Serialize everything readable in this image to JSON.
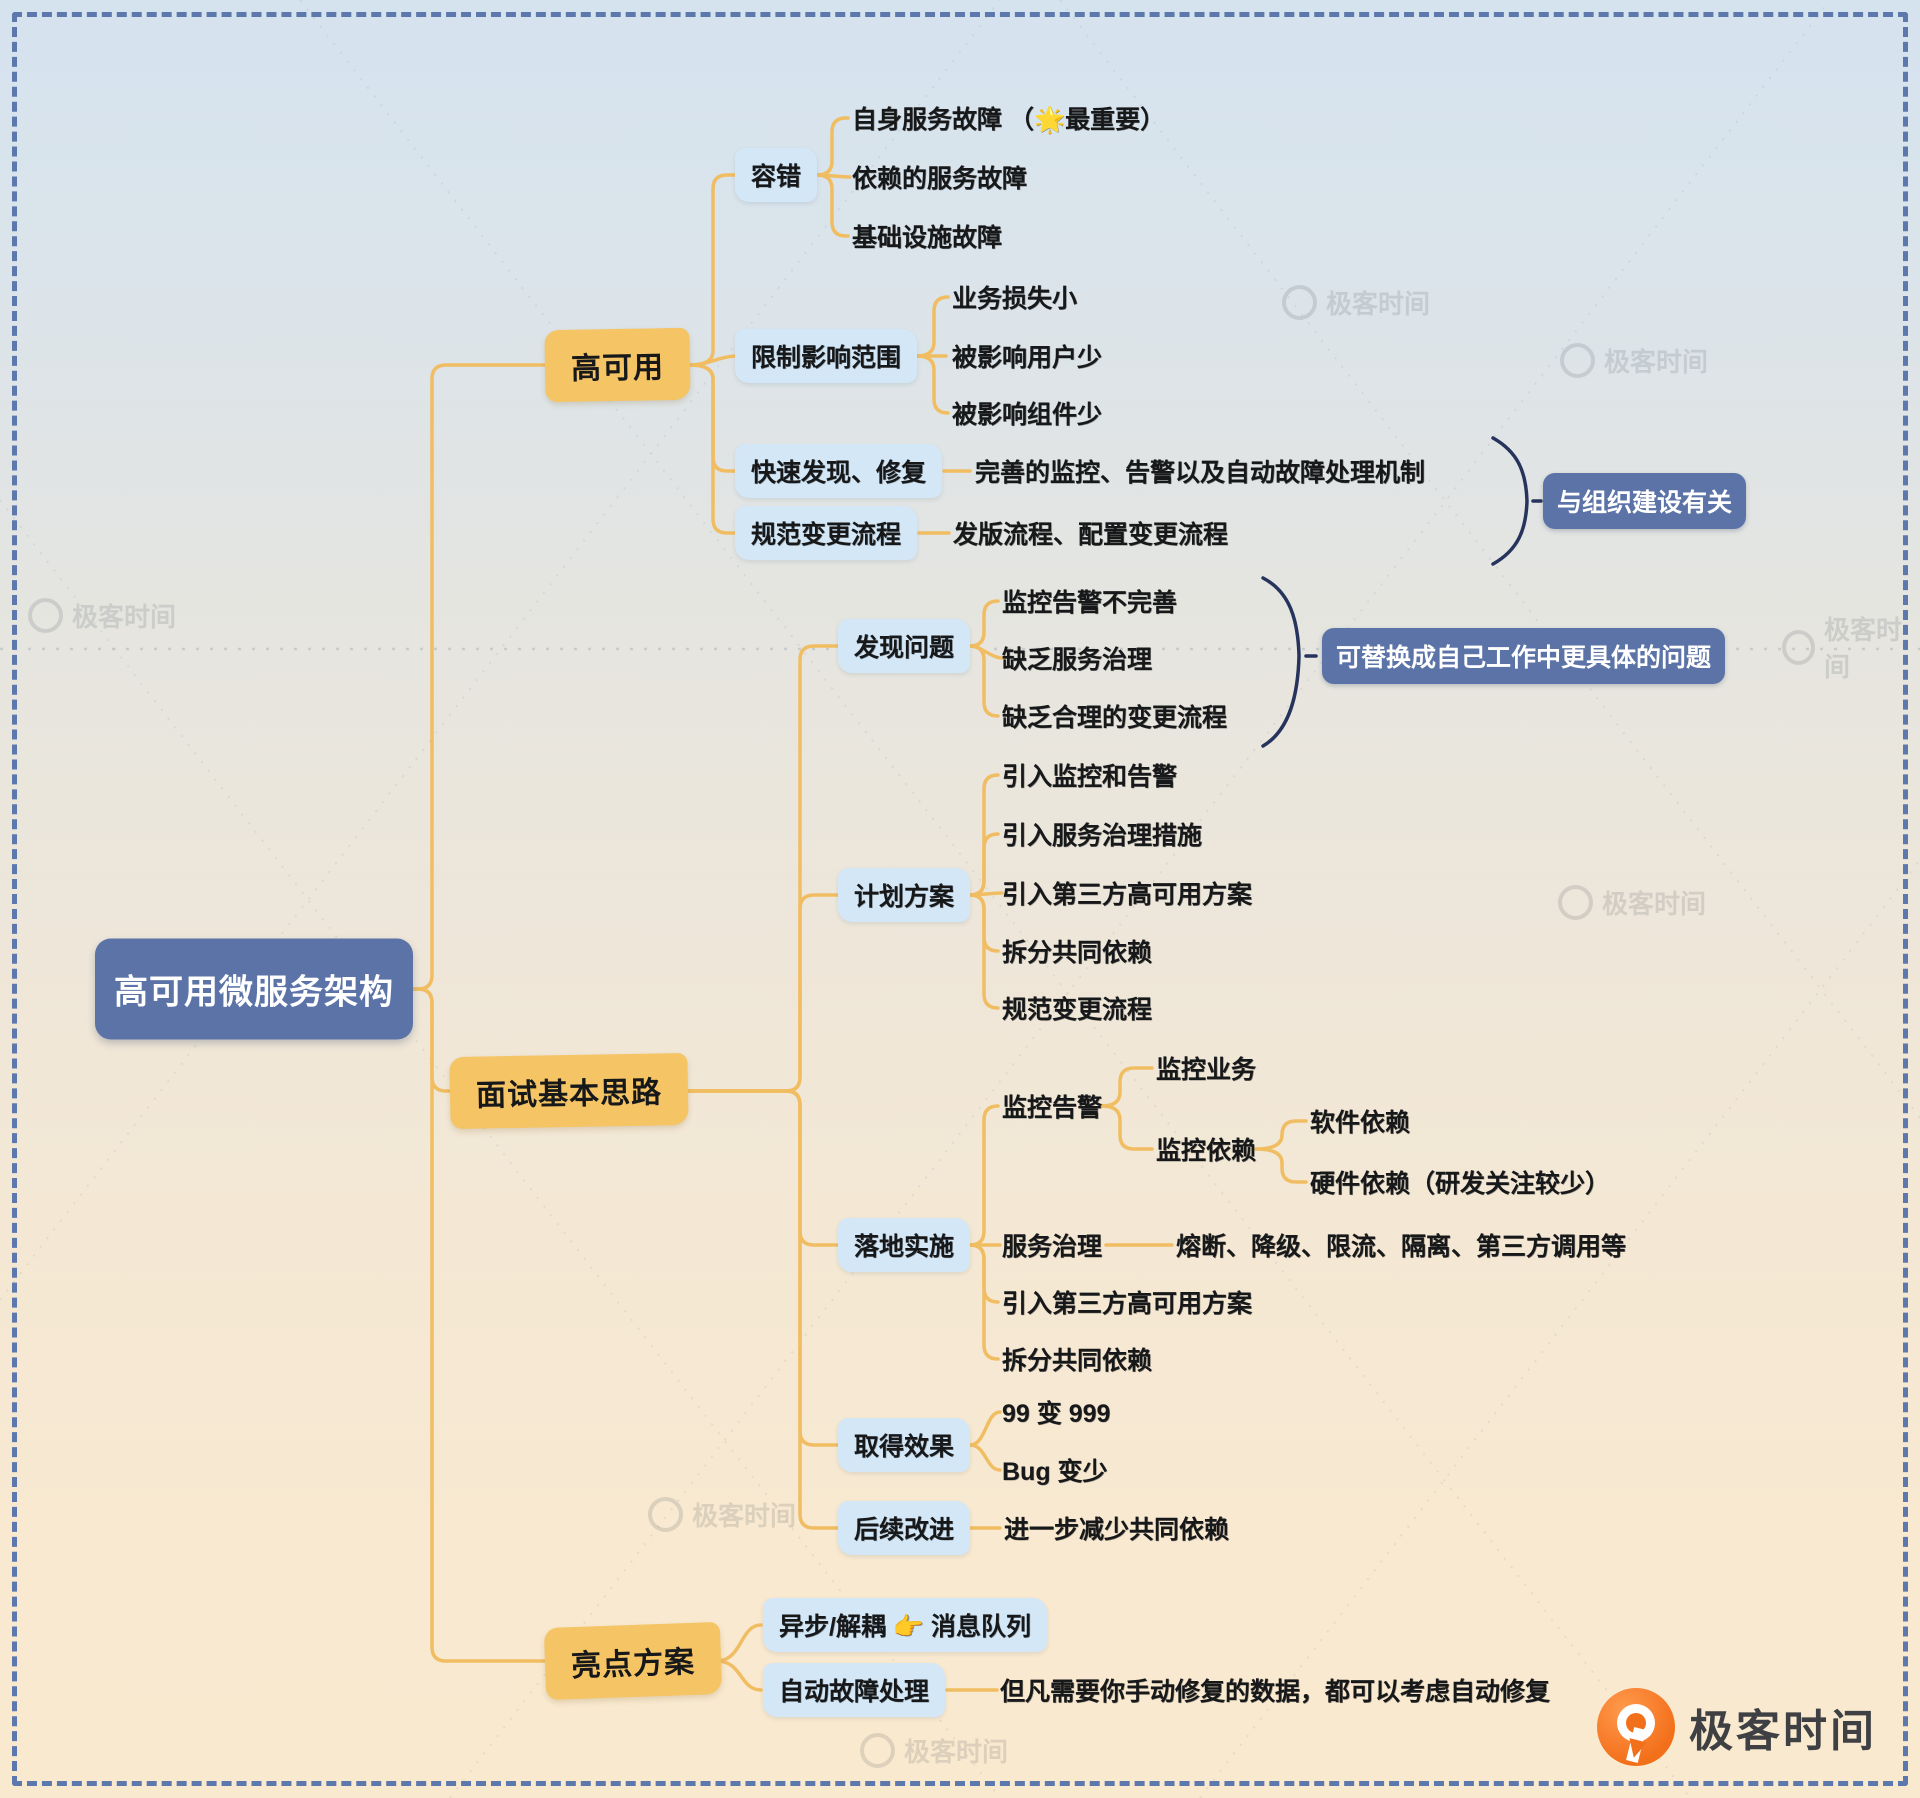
{
  "mindmap": {
    "root": "高可用微服务架构",
    "high_availability": {
      "label": "高可用",
      "fault_tolerance": {
        "label": "容错",
        "items": [
          "自身服务故障 （🌟最重要）",
          "依赖的服务故障",
          "基础设施故障"
        ]
      },
      "limit_impact": {
        "label": "限制影响范围",
        "items": [
          "业务损失小",
          "被影响用户少",
          "被影响组件少"
        ]
      },
      "quick_discovery": {
        "label": "快速发现、修复",
        "items": [
          "完善的监控、告警以及自动故障处理机制"
        ]
      },
      "change_process": {
        "label": "规范变更流程",
        "items": [
          "发版流程、配置变更流程"
        ]
      },
      "note": "与组织建设有关"
    },
    "interview_approach": {
      "label": "面试基本思路",
      "find_problems": {
        "label": "发现问题",
        "items": [
          "监控告警不完善",
          "缺乏服务治理",
          "缺乏合理的变更流程"
        ],
        "note": "可替换成自己工作中更具体的问题"
      },
      "plan": {
        "label": "计划方案",
        "items": [
          "引入监控和告警",
          "引入服务治理措施",
          "引入第三方高可用方案",
          "拆分共同依赖",
          "规范变更流程"
        ]
      },
      "implementation": {
        "label": "落地实施",
        "monitoring": {
          "label": "监控告警",
          "business": "监控业务",
          "dependency": {
            "label": "监控依赖",
            "items": [
              "软件依赖",
              "硬件依赖（研发关注较少）"
            ]
          }
        },
        "governance": {
          "label": "服务治理",
          "detail": "熔断、降级、限流、隔离、第三方调用等"
        },
        "third_party": "引入第三方高可用方案",
        "split_deps": "拆分共同依赖"
      },
      "results": {
        "label": "取得效果",
        "items": [
          "99 变 999",
          "Bug 变少"
        ]
      },
      "improvements": {
        "label": "后续改进",
        "items": [
          "进一步减少共同依赖"
        ]
      }
    },
    "highlight_solutions": {
      "label": "亮点方案",
      "async_decouple": "异步/解耦 👉 消息队列",
      "auto_failure": {
        "label": "自动故障处理",
        "detail": "但凡需要你手动修复的数据，都可以考虑自动修复"
      }
    }
  },
  "watermark_label": "极客时间",
  "brand": {
    "name": "极客时间",
    "color": "#F3701B"
  },
  "colors": {
    "branch_fill": "#F5C464",
    "topic_fill": "#D3E7F7",
    "note_fill": "#5B73A7",
    "connector": "#F1BD62",
    "brace": "#26335C",
    "border_dash": "#5C78AD"
  }
}
